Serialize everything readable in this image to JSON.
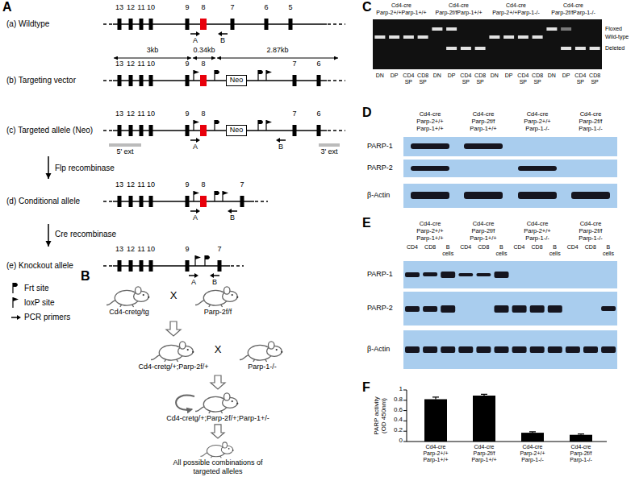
{
  "diagram": {
    "nodes": [
      {
        "text": [
          "Neo"
        ]
      },
      {
        "text": [
          "Neo"
        ]
      },
      {
        "text": [
          "Cd4-cretg/tg"
        ]
      },
      {
        "text": [
          "Parp-2f/f"
        ]
      },
      {
        "text": [
          "Cd4-cretg/+;Parp-2f/+"
        ]
      },
      {
        "text": [
          "Parp-1-/-"
        ]
      },
      {
        "text": [
          "Cd4-cretg/+;Parp-2f/+;Parp-1+/-"
        ]
      },
      {
        "text": [
          "All possible combinations of targeted alleles"
        ]
      }
    ],
    "edges": [
      {
        "from": 6,
        "to": 7,
        "arrow": "to"
      },
      {
        "from": 6,
        "to": 6,
        "arrow": "to"
      }
    ],
    "labels": [
      "A",
      "B",
      "C",
      "D",
      "E",
      "F",
      "(a) Wildtype",
      "13",
      "12",
      "11",
      "10",
      "9",
      "8",
      "7",
      "6",
      "5",
      "A",
      "B",
      "3kb",
      "0.34kb",
      "2.87kb",
      "(b) Targeting vector",
      "13",
      "12",
      "11",
      "10",
      "9",
      "8",
      "7",
      "6",
      "(c) Targeted allele (Neo)",
      "13",
      "12",
      "11",
      "10",
      "9",
      "8",
      "7",
      "6",
      "A",
      "B",
      "5' ext",
      "3' ext",
      "Flp recombinase",
      "(d) Conditional allele",
      "13",
      "12",
      "11",
      "10",
      "9",
      "8",
      "7",
      "A",
      "B",
      "Cre recombinase",
      "(e) Knockout allele",
      "13",
      "12",
      "11",
      "10",
      "9",
      "7",
      "A",
      "B",
      "X",
      "X",
      "Cd4-cre",
      "Parp-2+/+Parp-1+/+",
      "Cd4-cre",
      "Parp-2f/fParp-1+/+",
      "Cd4-cre",
      "Parp-2+/+Parp-1-/-",
      "Cd4-cre",
      "Parp-2f/fParp-1-/-",
      "DN",
      "DP",
      "CD4 SP",
      "CD8 SP",
      "DN",
      "DP",
      "CD4 SP",
      "CD8 SP",
      "DN",
      "DP",
      "CD4 SP",
      "CD8 SP",
      "DN",
      "DP",
      "CD4 SP",
      "CD8 SP",
      "Floxed",
      "Wild-type",
      "Deleted",
      "Cd4-cre",
      "Parp-2+/+",
      "Parp-1+/+",
      "Cd4-cre",
      "Parp-2f/f",
      "Parp-1+/+",
      "Cd4-cre",
      "Parp-2+/+",
      "Parp-1-/-",
      "Cd4-cre",
      "Parp-2f/f",
      "Parp-1-/-",
      "PARP-1",
      "PARP-2",
      "β-Actin",
      "Cd4-cre",
      "Parp-2+/+",
      "Parp-1+/+",
      "Cd4-cre",
      "Parp-2f/f",
      "Parp-1+/+",
      "Cd4-cre",
      "Parp-2+/+",
      "Parp-1-/-",
      "Cd4-cre",
      "Parp-2f/f",
      "Parp-1-/-",
      "CD4",
      "CD8",
      "B cells",
      "CD4",
      "CD8",
      "B cells",
      "CD4",
      "CD8",
      "B cells",
      "CD4",
      "CD8",
      "B cells",
      "PARP-1",
      "PARP-2",
      "β-Actin",
      "PARP activity (OD 450nm)",
      "1",
      "0.8",
      "0.6",
      "0.4",
      "0.2",
      "0",
      "Cd4-cre",
      "Parp-2+/+",
      "Parp-1+/+",
      "Cd4-cre",
      "Parp-2f/f",
      "Parp-1+/+",
      "Cd4-cre",
      "Parp-2+/+",
      "Parp-1-/-",
      "Cd4-cre",
      "Parp-2f/f",
      "Parp-1-/-"
    ],
    "legend": [
      {
        "text": "Frt site"
      },
      {
        "text": "loxP site"
      },
      {
        "text": "PCR primers"
      }
    ]
  }
}
